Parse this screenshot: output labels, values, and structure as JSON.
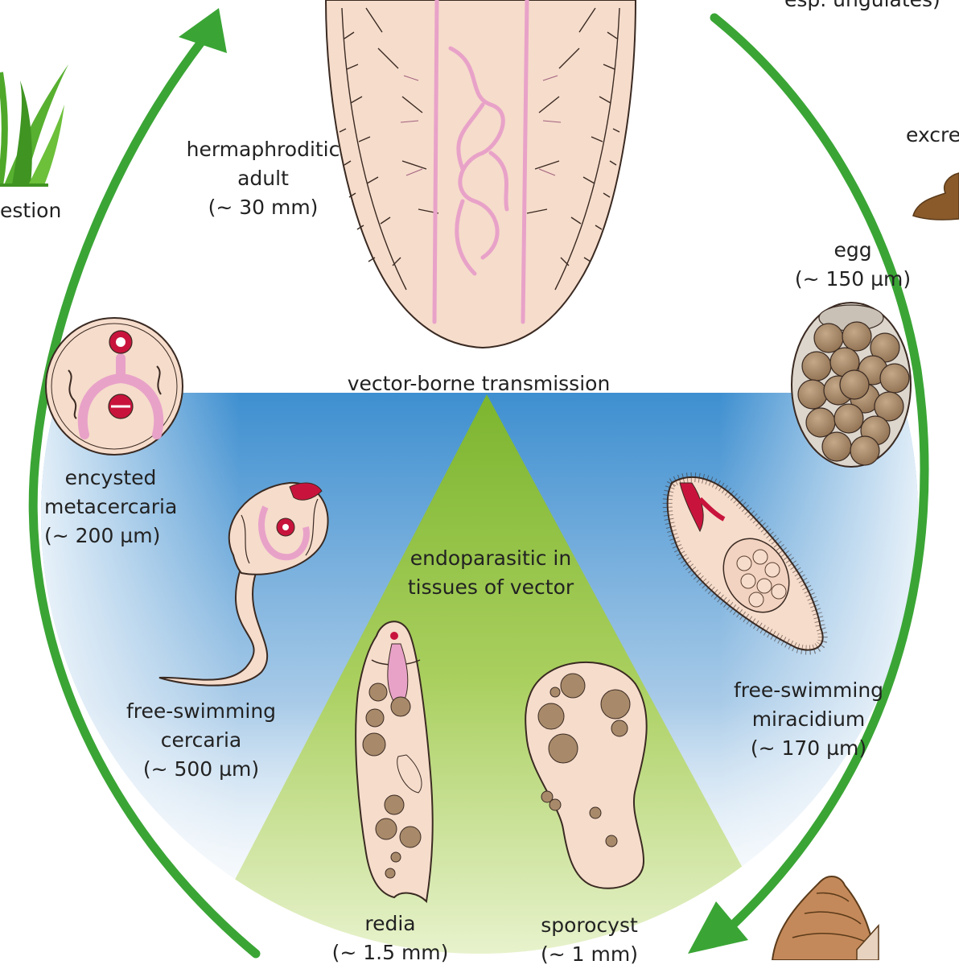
{
  "labels": {
    "top_right_partial": "esp. ungulates)",
    "excretion_partial": "excre",
    "ingestion_partial": "estion",
    "adult": [
      "hermaphroditic",
      "adult",
      "(~ 30 mm)"
    ],
    "egg": [
      "egg",
      "(~ 150 µm)"
    ],
    "vector_borne": "vector-borne transmission",
    "metacercaria": [
      "encysted",
      "metacercaria",
      "(~ 200 µm)"
    ],
    "endoparasitic": [
      "endoparasitic in",
      "tissues of vector"
    ],
    "miracidium": [
      "free-swimming",
      "miracidium",
      "(~ 170 µm)"
    ],
    "cercaria": [
      "free-swimming",
      "cercaria",
      "(~ 500 µm)"
    ],
    "redia": [
      "redia",
      "(~ 1.5 mm)"
    ],
    "sporocyst": [
      "sporocyst",
      "(~ 1 mm)"
    ]
  },
  "colors": {
    "cycle_arrow": "#3aa535",
    "tissue": "#f6dccb",
    "outline": "#3a2a22",
    "organs_pink": "#e8a2c8",
    "suckers_red": "#c8143c",
    "vector_blue": "#3e8fd0",
    "vector_green": "#8fbf3a",
    "egg_cells": "#a88a6a",
    "faeces": "#8a5a2a",
    "grass": "#4fa82a",
    "snail": "#c4895a"
  },
  "icons": [
    "grass-icon",
    "faeces-icon",
    "snail-icon"
  ]
}
